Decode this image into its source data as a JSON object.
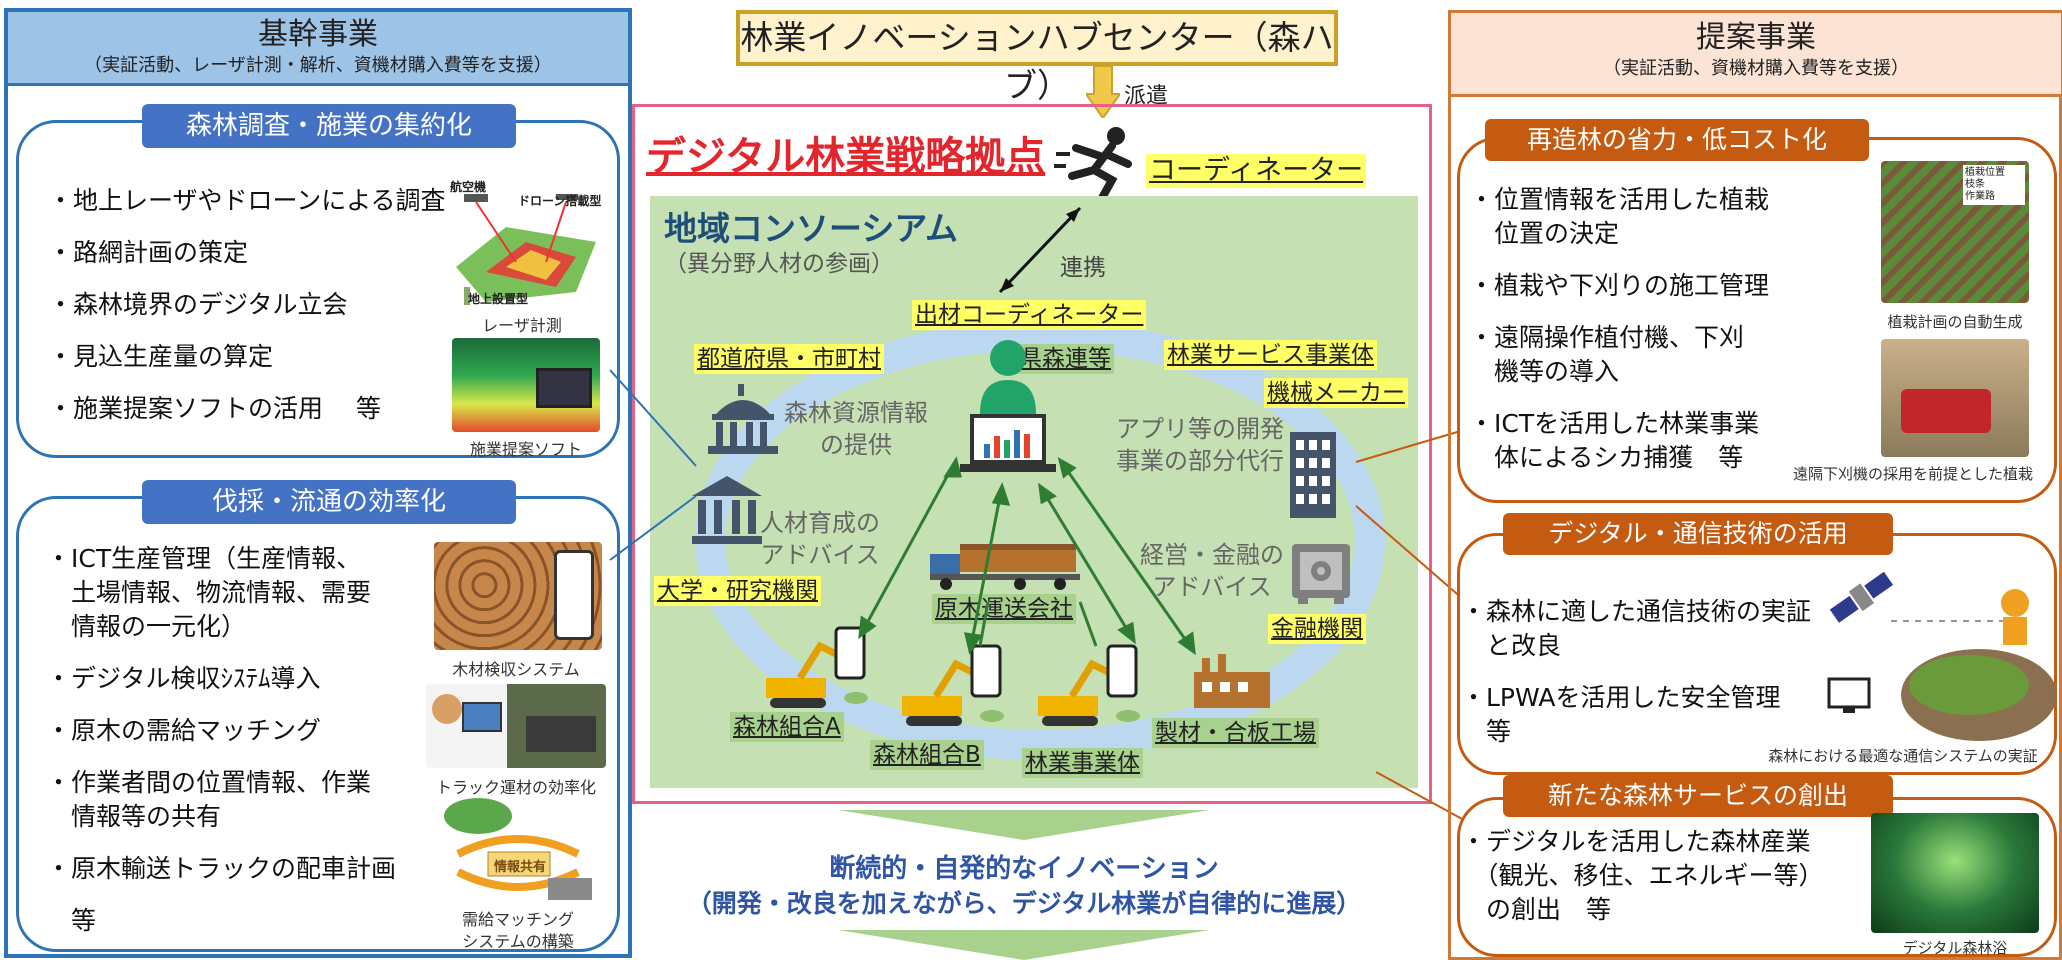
{
  "left": {
    "header_title": "基幹事業",
    "header_sub": "（実証活動、レーザ計測・解析、資機材購入費等を支援）",
    "section1": {
      "title": "森林調査・施業の集約化",
      "items": [
        "・地上レーザやドローンによる調査",
        "・路網計画の策定",
        "・森林境界のデジタル立会",
        "・見込生産量の算定",
        "・施業提案ソフトの活用　 等"
      ],
      "img1_labels": [
        "航空機",
        "ドローン搭載型",
        "地上設置型"
      ],
      "img1_caption": "レーザ計測",
      "img2_caption": "施業提案ソフト"
    },
    "section2": {
      "title": "伐採・流通の効率化",
      "items": [
        "・ICT生産管理（生産情報、",
        "　土場情報、物流情報、需要",
        "　情報の一元化）",
        "・デジタル検収ｼｽﾃﾑ導入",
        "・原木の需給マッチング",
        "・作業者間の位置情報、作業",
        "　情報等の共有",
        "・原木輸送トラックの配車計画",
        "　等"
      ],
      "img1_caption": "木材検収システム",
      "img2_caption": "トラック運材の効率化",
      "img3_label": "情報共有",
      "img3_caption": [
        "需給マッチング",
        "システムの構築"
      ]
    }
  },
  "center": {
    "hub_title": "林業イノベーションハブセンター（森ハブ）",
    "dispatch": "派遣",
    "strategy_title": "デジタル林業戦略拠点",
    "coordinator": "コーディネーター",
    "consortium_title": "地域コンソーシアム",
    "consortium_sub": "（異分野人材の参画）",
    "collab": "連携",
    "shipping_coordinator": "出材コーディネーター",
    "prefecture": "都道府県・市町村",
    "forest_federation": "県森連等",
    "service_entities": "林業サービス事業体",
    "machinery_makers": "機械メーカー",
    "resource_info": [
      "森林資源情報",
      "の提供"
    ],
    "app_dev": [
      "アプリ等の開発",
      "事業の部分代行"
    ],
    "hr_advice": [
      "人材育成の",
      "アドバイス"
    ],
    "university": "大学・研究機関",
    "mgmt_advice": [
      "経営・金融の",
      "アドバイス"
    ],
    "log_transport": "原木運送会社",
    "finance": "金融機関",
    "coop_a": "森林組合A",
    "coop_b": "森林組合B",
    "forestry_entity": "林業事業体",
    "sawmill": "製材・合板工場",
    "bottom_line1": "断続的・自発的なイノベーション",
    "bottom_line2": "（開発・改良を加えながら、デジタル林業が自律的に進展）"
  },
  "right": {
    "header_title": "提案事業",
    "header_sub": "（実証活動、資機材購入費等を支援）",
    "section1": {
      "title": "再造林の省力・低コスト化",
      "items": [
        "・位置情報を活用した植栽",
        "　位置の決定",
        "・植栽や下刈りの施工管理",
        "・遠隔操作植付機、下刈",
        "　機等の導入",
        "・ICTを活用した林業事業",
        "　体によるシカ捕獲　等"
      ],
      "img1_caption": "植栽計画の自動生成",
      "img1_legend": [
        "植栽位置",
        "枝条",
        "作業路"
      ],
      "img2_caption": "遠隔下刈機の採用を前提とした植栽"
    },
    "section2": {
      "title": "デジタル・通信技術の活用",
      "items": [
        "・森林に適した通信技術の実証",
        "　と改良",
        "・LPWAを活用した安全管理",
        "　等"
      ],
      "img_caption": "森林における最適な通信システムの実証"
    },
    "section3": {
      "title": "新たな森林サービスの創出",
      "items": [
        "・デジタルを活用した森林産業",
        "　（観光、移住、エネルギー等）",
        "　の創出　等"
      ],
      "img_caption": "デジタル森林浴"
    }
  },
  "colors": {
    "left_accent": "#2e74b5",
    "right_accent": "#c55a11",
    "strategy_red": "#e3262c",
    "frame_pink": "#e8608a",
    "consortium_green": "#c5e0b3"
  }
}
